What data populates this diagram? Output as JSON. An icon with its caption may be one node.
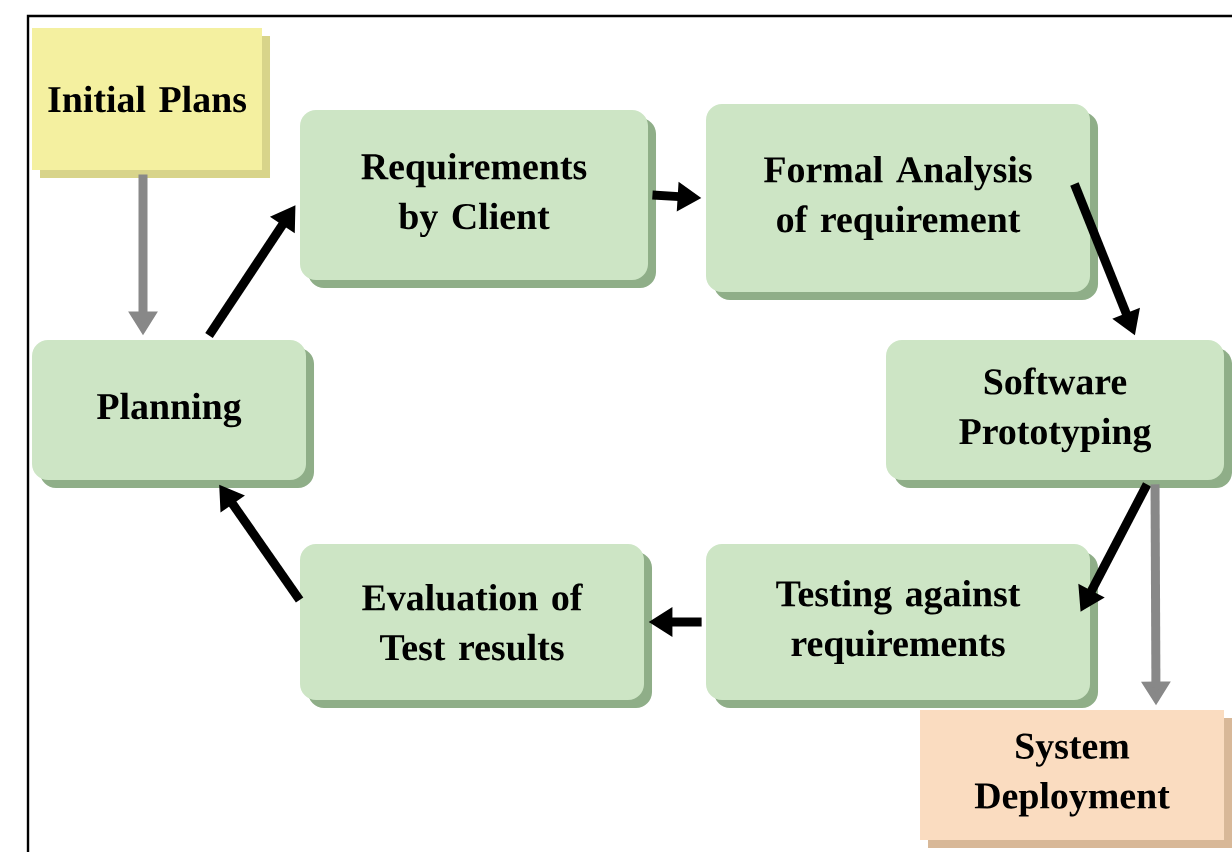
{
  "diagram": {
    "nodes": [
      {
        "text": [
          "Initial Plans"
        ]
      },
      {
        "text": [
          "Planning"
        ]
      },
      {
        "text": [
          "Requirements by Client"
        ]
      },
      {
        "text": [
          "Formal Analysis of requirement"
        ]
      },
      {
        "text": [
          "Software Prototyping"
        ]
      },
      {
        "text": [
          "Testing against requirements"
        ]
      },
      {
        "text": [
          "Evaluation of Test results"
        ]
      },
      {
        "text": [
          "System Deployment"
        ]
      }
    ],
    "edges": [
      {
        "from": 0,
        "to": 1,
        "arrow": "to",
        "color": "#888888"
      },
      {
        "from": 1,
        "to": 2,
        "arrow": "to"
      },
      {
        "from": 2,
        "to": 3,
        "arrow": "to"
      },
      {
        "from": 3,
        "to": 4,
        "arrow": "to"
      },
      {
        "from": 4,
        "to": 5,
        "arrow": "to"
      },
      {
        "from": 5,
        "to": 6,
        "arrow": "to"
      },
      {
        "from": 6,
        "to": 1,
        "arrow": "to"
      },
      {
        "from": 4,
        "to": 7,
        "arrow": "to",
        "color": "#888888"
      }
    ]
  }
}
